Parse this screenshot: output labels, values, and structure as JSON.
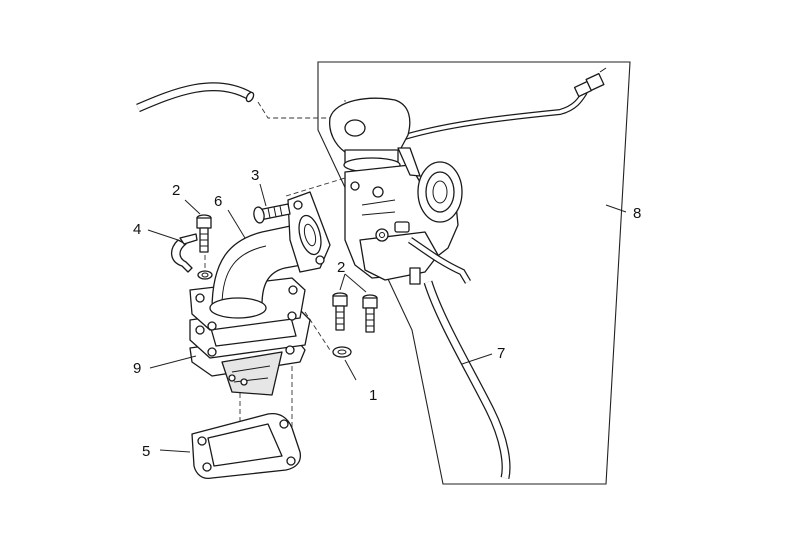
{
  "diagram": {
    "callouts": [
      {
        "id": "c1",
        "label": "1"
      },
      {
        "id": "c2a",
        "label": "2"
      },
      {
        "id": "c2b",
        "label": "2"
      },
      {
        "id": "c3",
        "label": "3"
      },
      {
        "id": "c4",
        "label": "4"
      },
      {
        "id": "c5",
        "label": "5"
      },
      {
        "id": "c6",
        "label": "6"
      },
      {
        "id": "c7",
        "label": "7"
      },
      {
        "id": "c8",
        "label": "8"
      },
      {
        "id": "c9",
        "label": "9"
      }
    ]
  }
}
